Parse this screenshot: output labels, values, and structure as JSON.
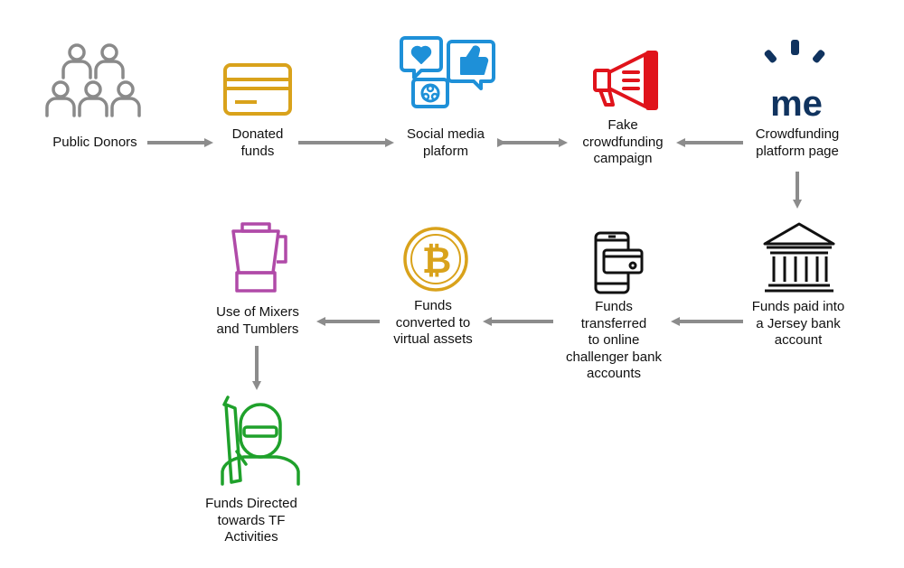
{
  "nodes": {
    "public_donors": {
      "label": "Public Donors",
      "icon": "people-group-icon",
      "color": "#8a8a8a"
    },
    "donated_funds": {
      "label": "Donated\nfunds",
      "icon": "payment-card-icon",
      "color": "#d9a21b"
    },
    "social_media": {
      "label": "Social media\nplaform",
      "icon": "social-media-icon",
      "color": "#1e90d8"
    },
    "fake_campaign": {
      "label": "Fake\ncrowdfunding\ncampaign",
      "icon": "megaphone-icon",
      "color": "#e0131b"
    },
    "crowdfunding_page": {
      "label": "Crowdfunding\nplatform page",
      "icon": "gofundme-logo-icon",
      "color": "#10335f",
      "logo_text": "me"
    },
    "jersey_bank": {
      "label": "Funds paid into\na Jersey bank\naccount",
      "icon": "bank-building-icon",
      "color": "#111111"
    },
    "challenger_banks": {
      "label": "Funds\ntransferred\nto online\nchallenger bank\naccounts",
      "icon": "mobile-banking-icon",
      "color": "#111111"
    },
    "virtual_assets": {
      "label": "Funds\nconverted to\nvirtual assets",
      "icon": "bitcoin-icon",
      "color": "#d9a21b",
      "symbol": "₿"
    },
    "mixers": {
      "label": "Use of Mixers\nand Tumblers",
      "icon": "blender-icon",
      "color": "#b04aa8"
    },
    "tf_activities": {
      "label": "Funds Directed\ntowards TF\nActivities",
      "icon": "armed-militant-icon",
      "color": "#1fa12b"
    }
  },
  "arrow_color": "#8c8c8c"
}
